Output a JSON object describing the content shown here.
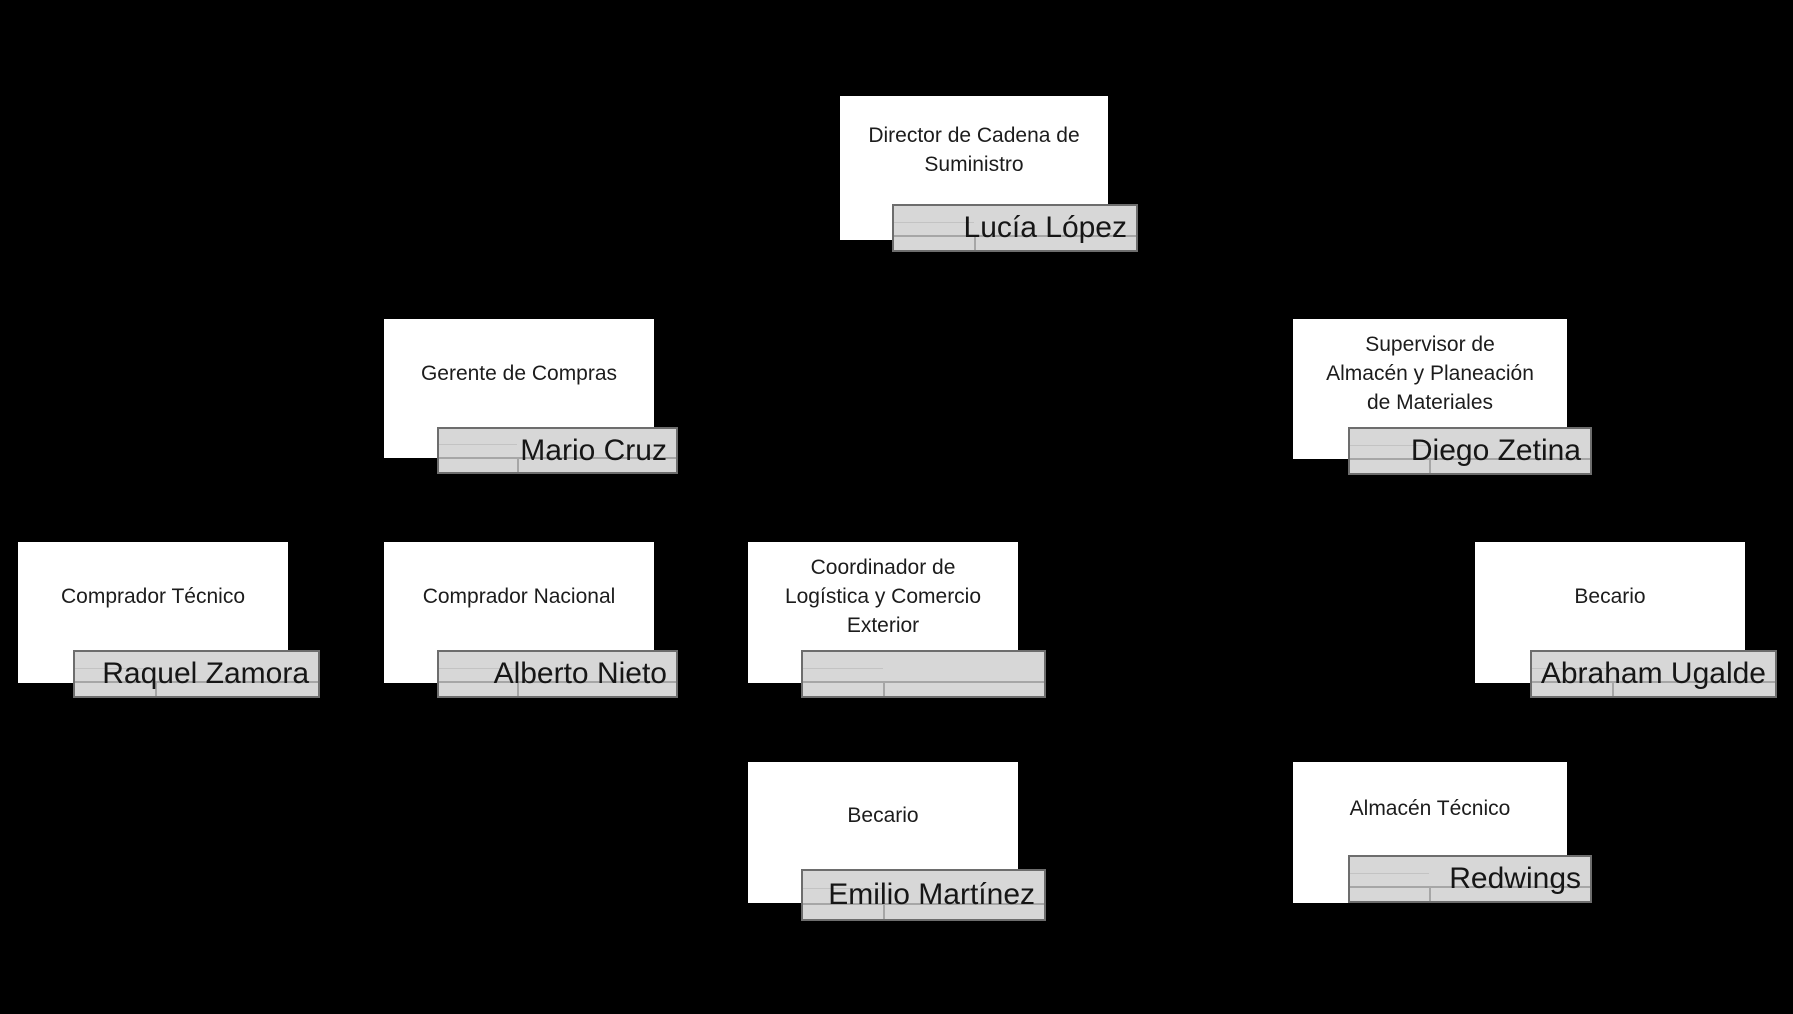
{
  "canvas": {
    "background": "#000000",
    "box_fill": "#ffffff",
    "plate_fill": "#d7d7d7",
    "plate_border": "#6d6d6d",
    "plate_grid_line": "#a6a6a6",
    "text_color": "#1c1c1c"
  },
  "org_chart": {
    "nodes": [
      {
        "id": "director",
        "title": "Director de Cadena de\nSuministro",
        "name": "Lucía López"
      },
      {
        "id": "gerente-compras",
        "title": "Gerente de Compras",
        "name": "Mario Cruz"
      },
      {
        "id": "supervisor-almacen",
        "title": "Supervisor de\nAlmacén y Planeación\nde Materiales",
        "name": "Diego Zetina"
      },
      {
        "id": "comprador-tecnico",
        "title": "Comprador Técnico",
        "name": "Raquel Zamora"
      },
      {
        "id": "comprador-nacional",
        "title": "Comprador Nacional",
        "name": "Alberto Nieto"
      },
      {
        "id": "coordinador-logistica",
        "title": "Coordinador de\nLogística y Comercio\nExterior",
        "name": ""
      },
      {
        "id": "becario-almacen",
        "title": "Becario",
        "name": "Abraham Ugalde"
      },
      {
        "id": "becario-logistica",
        "title": "Becario",
        "name": "Emilio Martínez"
      },
      {
        "id": "almacen-tecnico",
        "title": "Almacén Técnico",
        "name": "Redwings"
      }
    ]
  }
}
